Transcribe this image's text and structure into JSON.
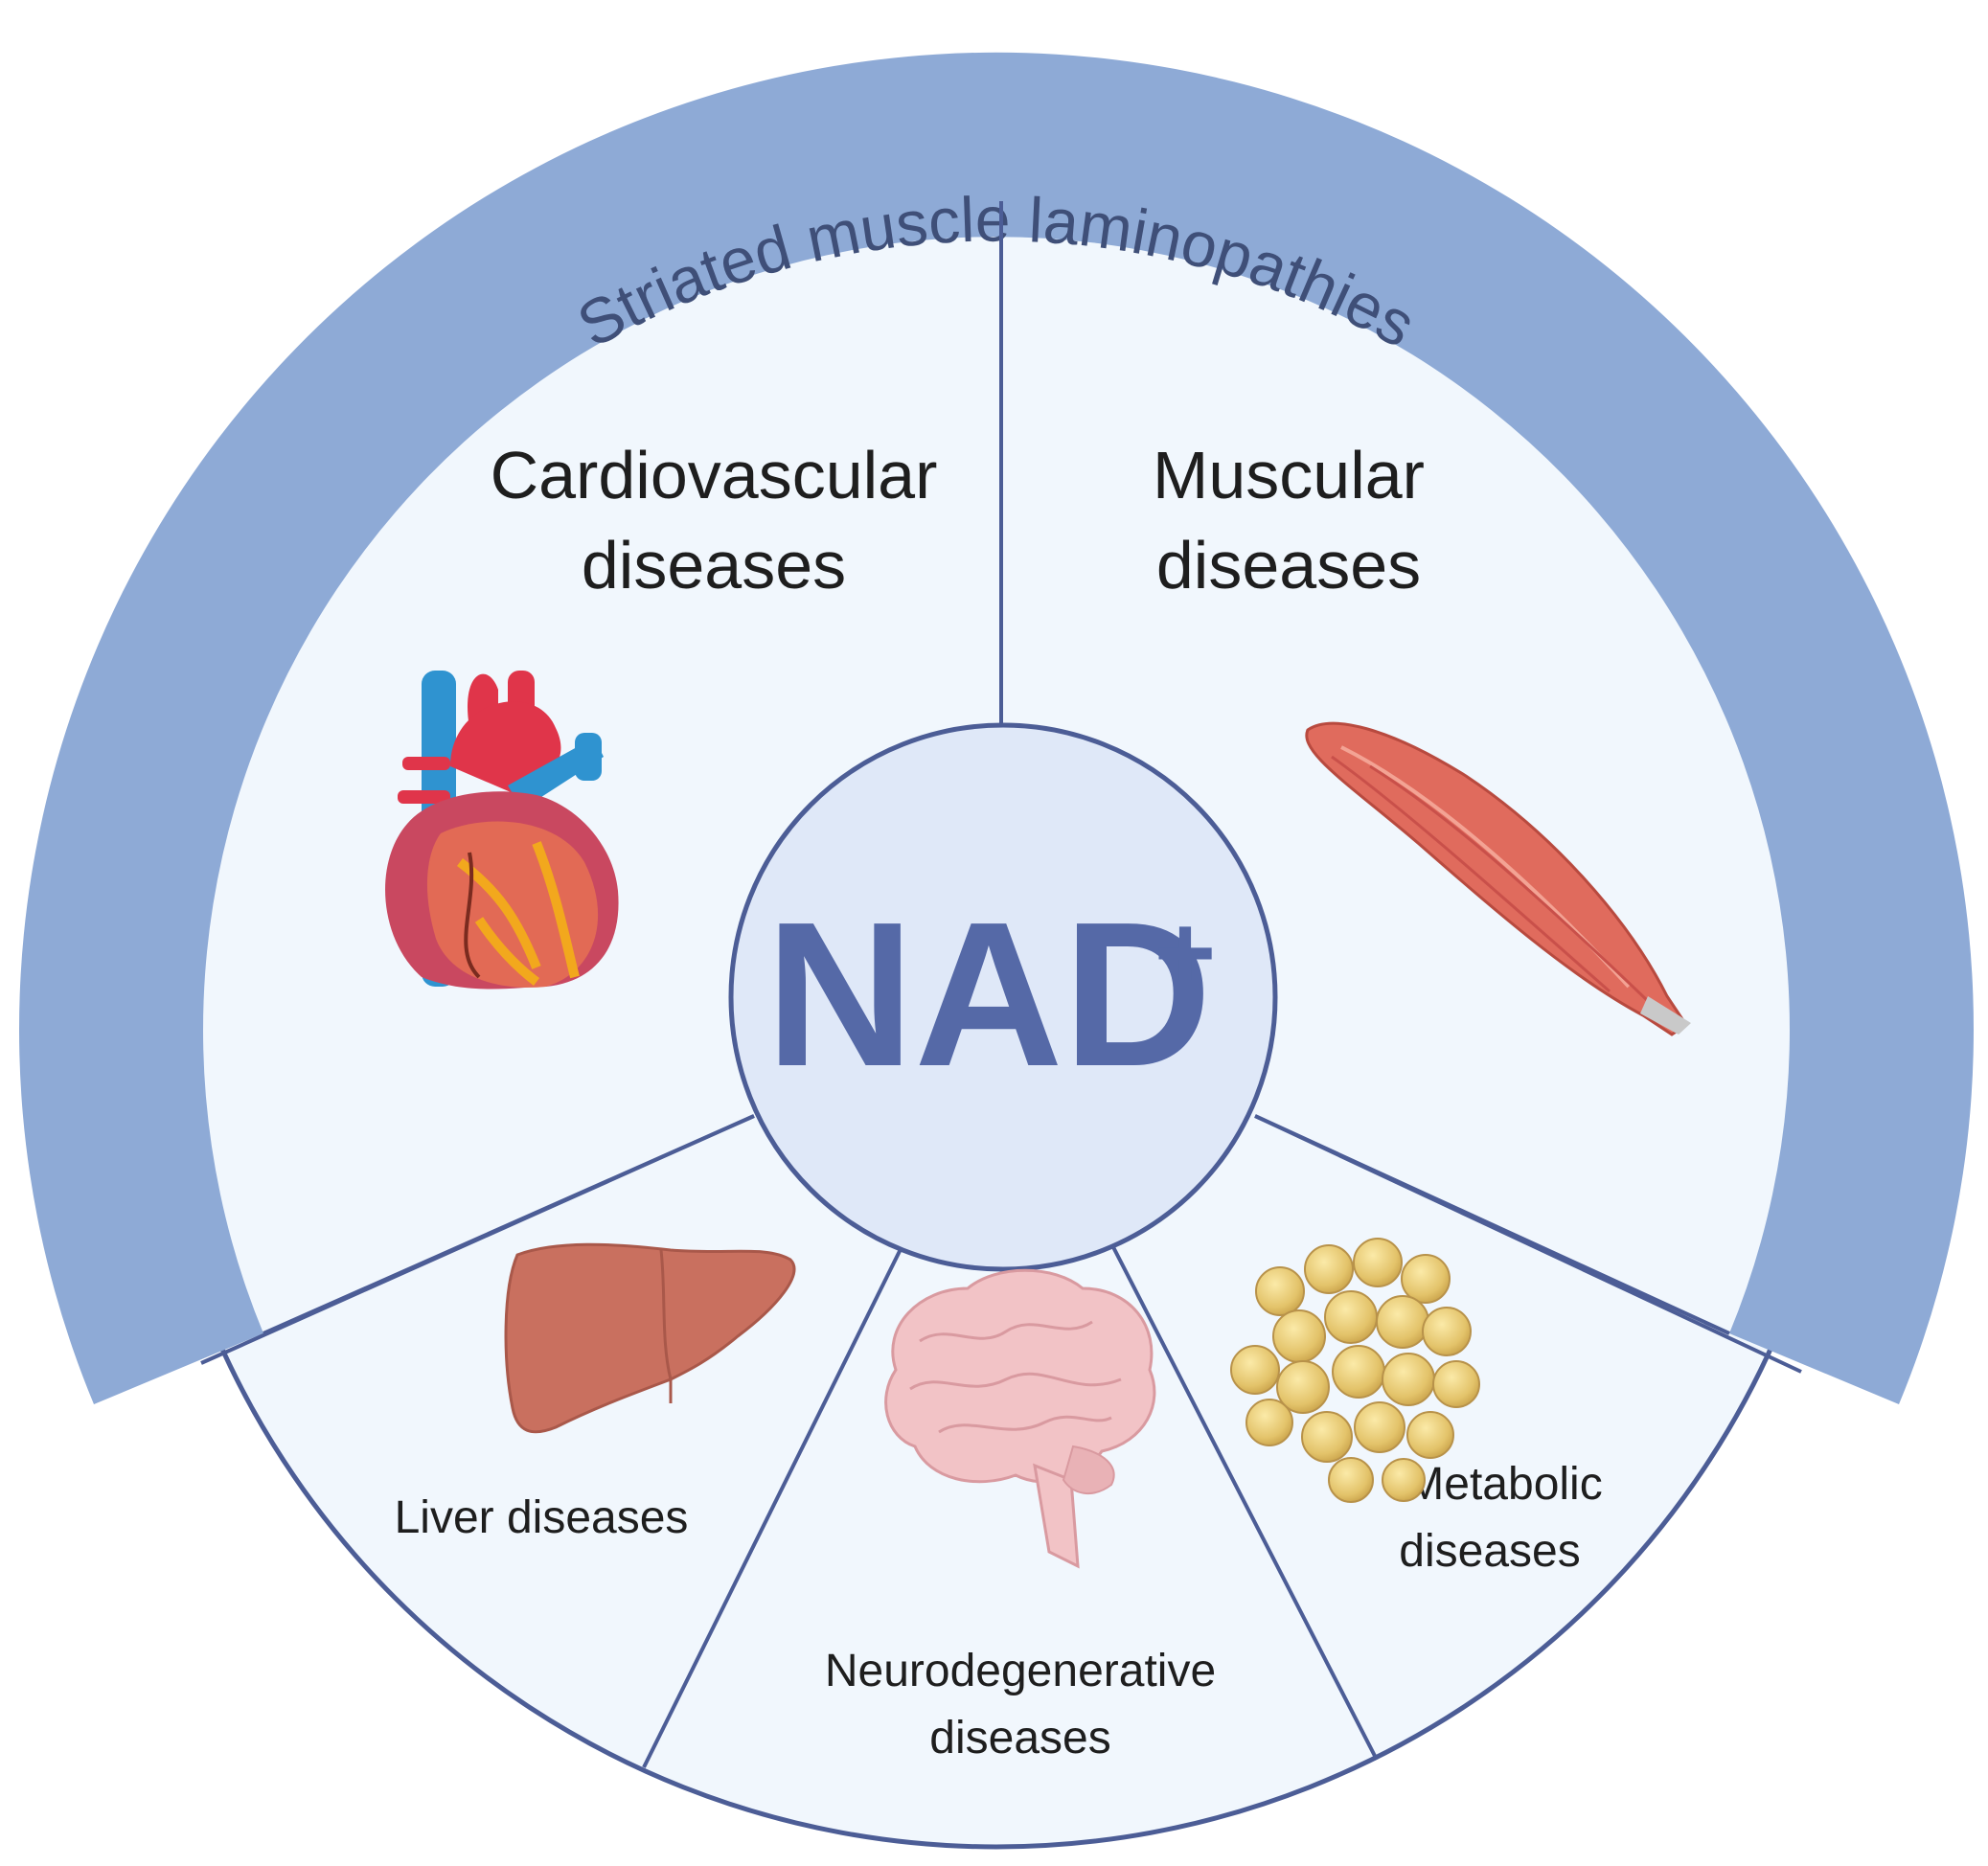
{
  "outer_ring": {
    "label": "Striated muscle laminopathies"
  },
  "center": {
    "label": "NAD",
    "superscript": "+"
  },
  "sections": {
    "cardiovascular": {
      "line1": "Cardiovascular",
      "line2": "diseases",
      "icon": "heart-icon"
    },
    "muscular": {
      "line1": "Muscular",
      "line2": "diseases",
      "icon": "muscle-icon"
    },
    "liver": {
      "line1": "Liver diseases",
      "icon": "liver-icon"
    },
    "neurodegenerative": {
      "line1": "Neurodegenerative",
      "line2": "diseases",
      "icon": "brain-icon"
    },
    "metabolic": {
      "line1": "Metabolic",
      "line2": "diseases",
      "icon": "fat-cells-icon"
    }
  },
  "colors": {
    "ring": "#8eaad6",
    "disc_fill": "#f1f7fd",
    "divider": "#4c5d96",
    "center_fill": "#dfe8f8",
    "center_text": "#5569a7"
  }
}
